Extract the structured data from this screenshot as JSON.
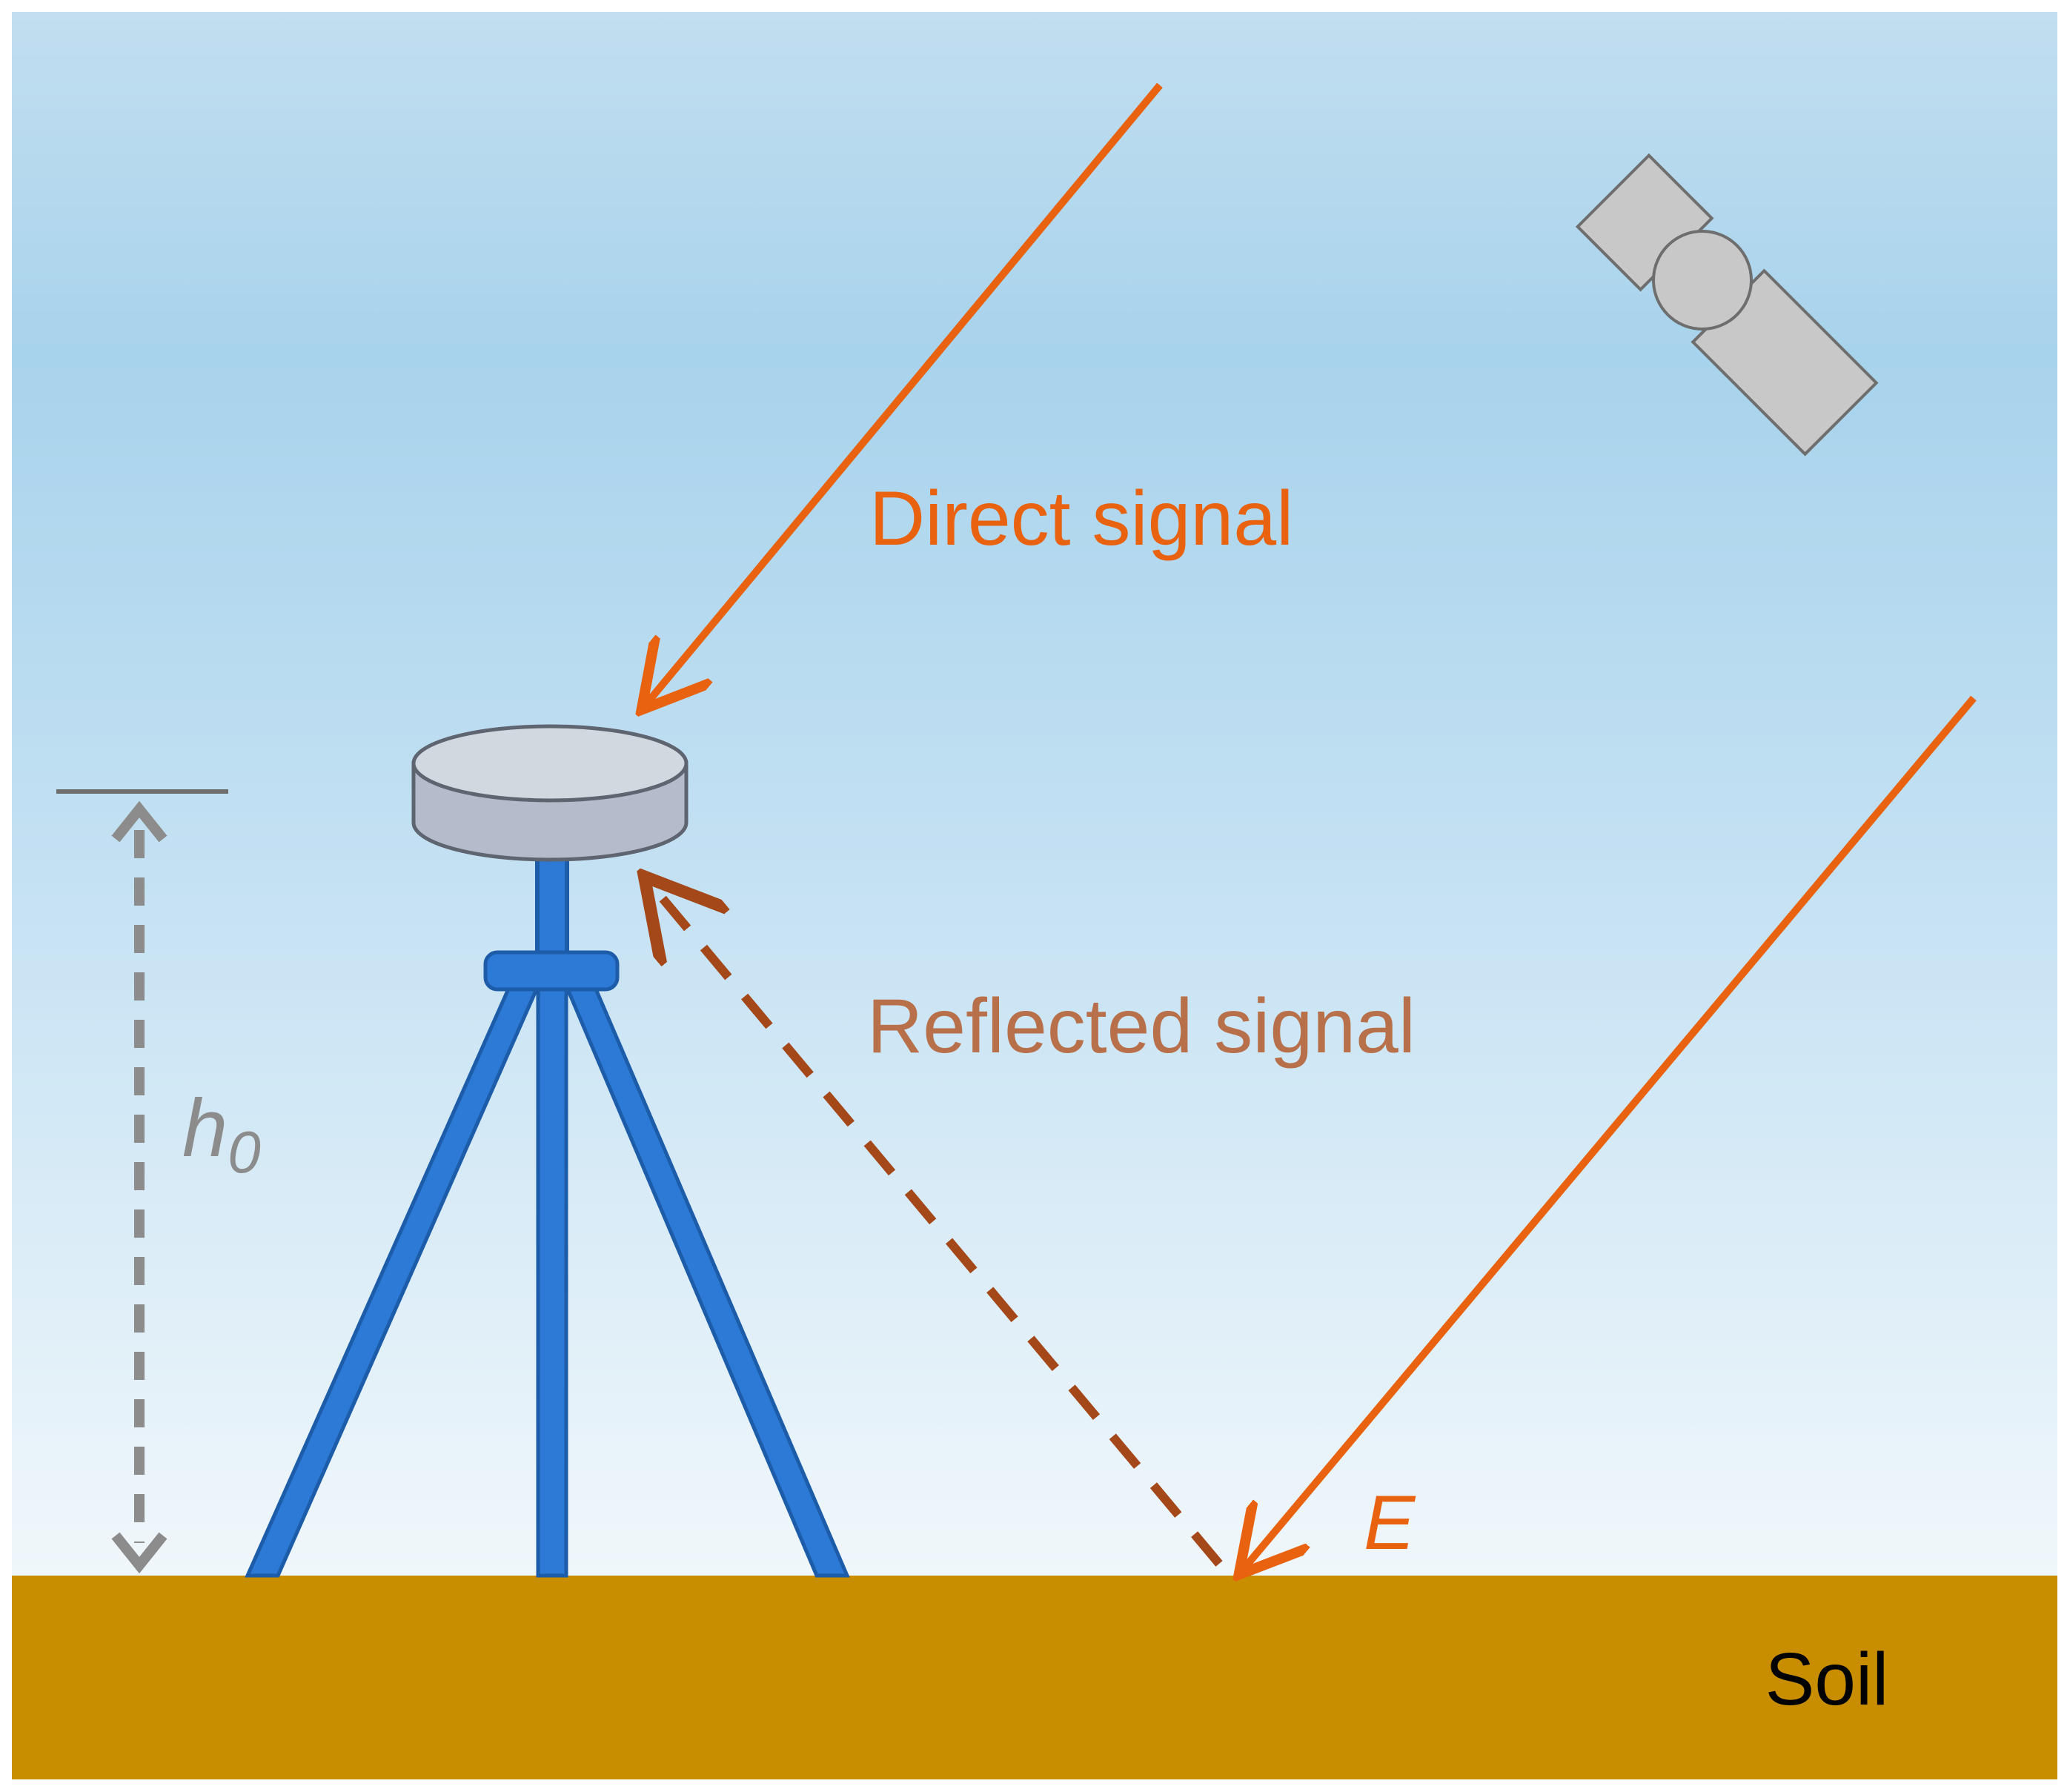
{
  "labels": {
    "direct_signal": "Direct signal",
    "reflected_signal": "Reflected signal",
    "antenna_height": "h",
    "antenna_height_subscript": "0",
    "elevation_angle": "E",
    "ground": "Soil"
  },
  "colors": {
    "sky_top": "#bcdcee",
    "sky_mid": "#a6d2ec",
    "sky_bottom": "#eef6fb",
    "soil": "#c98e00",
    "direct_signal": "#e8620f",
    "reflected_signal": "#a4481a",
    "reflected_label": "#b7704a",
    "tripod": "#2c7ad6",
    "tripod_outline": "#1c5ca8",
    "antenna_top": "#d2d8e0",
    "antenna_side": "#b4bccb",
    "satellite": "#c8c8c8",
    "height_arrow": "#8c8c8c",
    "soil_text": "#000000"
  },
  "icons": {
    "satellite": "satellite-icon",
    "antenna": "gnss-antenna-icon",
    "tripod": "tripod-icon"
  }
}
